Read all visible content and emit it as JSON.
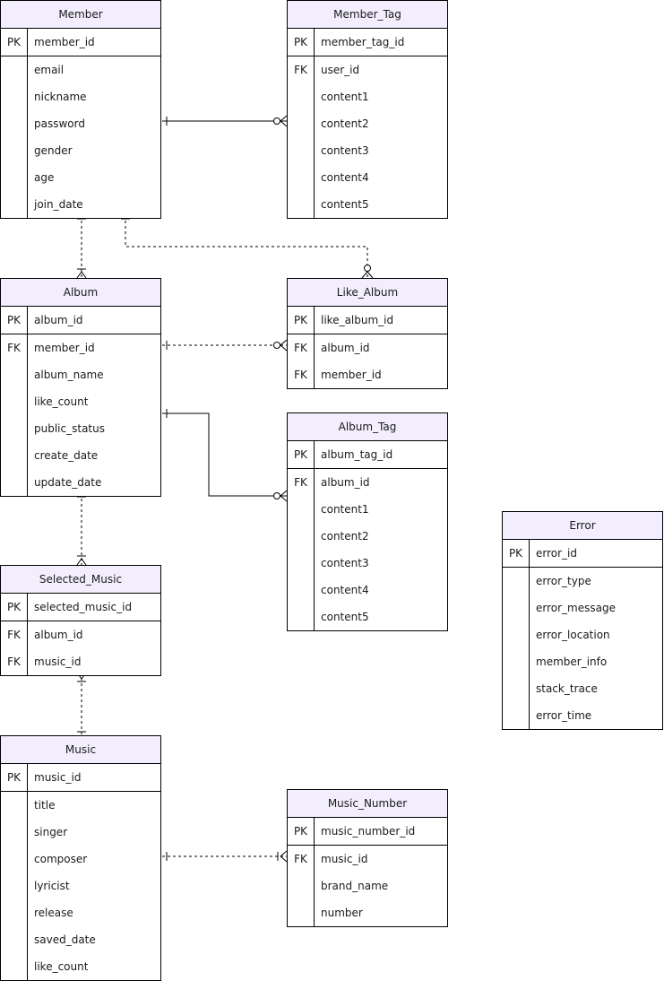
{
  "entities": {
    "member": {
      "title": "Member",
      "pk": {
        "key": "PK",
        "name": "member_id"
      },
      "rows": [
        {
          "key": "",
          "name": "email"
        },
        {
          "key": "",
          "name": "nickname"
        },
        {
          "key": "",
          "name": "password"
        },
        {
          "key": "",
          "name": "gender"
        },
        {
          "key": "",
          "name": "age"
        },
        {
          "key": "",
          "name": "join_date"
        }
      ]
    },
    "member_tag": {
      "title": "Member_Tag",
      "pk": {
        "key": "PK",
        "name": "member_tag_id"
      },
      "rows": [
        {
          "key": "FK",
          "name": "user_id"
        },
        {
          "key": "",
          "name": "content1"
        },
        {
          "key": "",
          "name": "content2"
        },
        {
          "key": "",
          "name": "content3"
        },
        {
          "key": "",
          "name": "content4"
        },
        {
          "key": "",
          "name": "content5"
        }
      ]
    },
    "album": {
      "title": "Album",
      "pk": {
        "key": "PK",
        "name": "album_id"
      },
      "rows": [
        {
          "key": "FK",
          "name": "member_id"
        },
        {
          "key": "",
          "name": "album_name"
        },
        {
          "key": "",
          "name": "like_count"
        },
        {
          "key": "",
          "name": "public_status"
        },
        {
          "key": "",
          "name": "create_date"
        },
        {
          "key": "",
          "name": "update_date"
        }
      ]
    },
    "like_album": {
      "title": "Like_Album",
      "pk": {
        "key": "PK",
        "name": "like_album_id"
      },
      "rows": [
        {
          "key": "FK",
          "name": "album_id"
        },
        {
          "key": "FK",
          "name": "member_id"
        }
      ]
    },
    "album_tag": {
      "title": "Album_Tag",
      "pk": {
        "key": "PK",
        "name": "album_tag_id"
      },
      "rows": [
        {
          "key": "FK",
          "name": "album_id"
        },
        {
          "key": "",
          "name": "content1"
        },
        {
          "key": "",
          "name": "content2"
        },
        {
          "key": "",
          "name": "content3"
        },
        {
          "key": "",
          "name": "content4"
        },
        {
          "key": "",
          "name": "content5"
        }
      ]
    },
    "selected_music": {
      "title": "Selected_Music",
      "pk": {
        "key": "PK",
        "name": "selected_music_id"
      },
      "rows": [
        {
          "key": "FK",
          "name": "album_id"
        },
        {
          "key": "FK",
          "name": "music_id"
        }
      ]
    },
    "error": {
      "title": "Error",
      "pk": {
        "key": "PK",
        "name": "error_id"
      },
      "rows": [
        {
          "key": "",
          "name": "error_type"
        },
        {
          "key": "",
          "name": "error_message"
        },
        {
          "key": "",
          "name": "error_location"
        },
        {
          "key": "",
          "name": "member_info"
        },
        {
          "key": "",
          "name": "stack_trace"
        },
        {
          "key": "",
          "name": "error_time"
        }
      ]
    },
    "music": {
      "title": "Music",
      "pk": {
        "key": "PK",
        "name": "music_id"
      },
      "rows": [
        {
          "key": "",
          "name": "title"
        },
        {
          "key": "",
          "name": "singer"
        },
        {
          "key": "",
          "name": "composer"
        },
        {
          "key": "",
          "name": "lyricist"
        },
        {
          "key": "",
          "name": "release"
        },
        {
          "key": "",
          "name": "saved_date"
        },
        {
          "key": "",
          "name": "like_count"
        }
      ]
    },
    "music_number": {
      "title": "Music_Number",
      "pk": {
        "key": "PK",
        "name": "music_number_id"
      },
      "rows": [
        {
          "key": "FK",
          "name": "music_id"
        },
        {
          "key": "",
          "name": "brand_name"
        },
        {
          "key": "",
          "name": "number"
        }
      ]
    }
  }
}
